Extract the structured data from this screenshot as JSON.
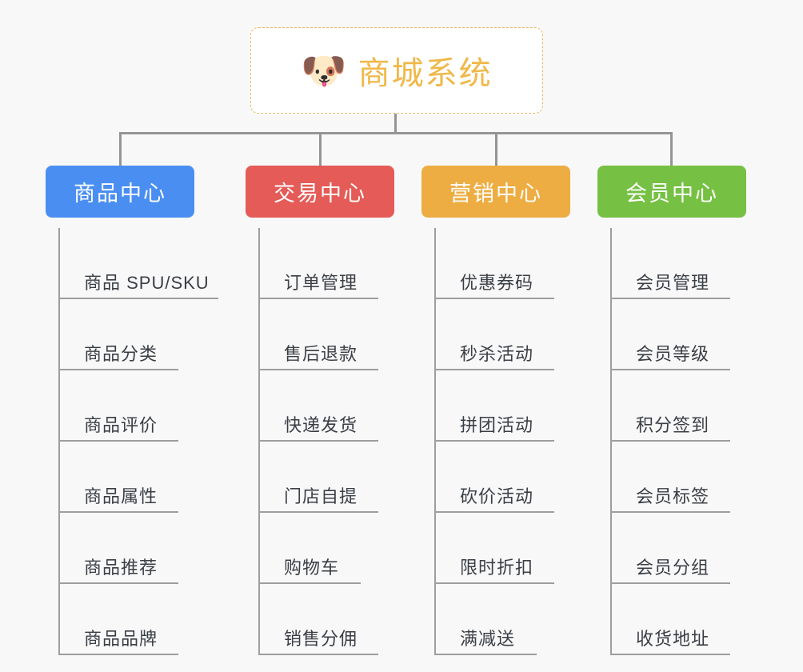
{
  "background_color": "#f8f8f8",
  "root": {
    "icon": "shiba-dog-emoji",
    "emoji": "🐶",
    "title": "商城系统",
    "text_color": "#f0b849",
    "border_color": "#e8b96a",
    "background": "#ffffff"
  },
  "connector_color": "#959595",
  "columns": [
    {
      "id": "product-center",
      "header": "商品中心",
      "color": "#4a8ef2",
      "items": [
        {
          "label": "商品 SPU/SKU",
          "rule_width": 200
        },
        {
          "label": "商品分类",
          "rule_width": 150
        },
        {
          "label": "商品评价",
          "rule_width": 150
        },
        {
          "label": "商品属性",
          "rule_width": 150
        },
        {
          "label": "商品推荐",
          "rule_width": 150
        },
        {
          "label": "商品品牌",
          "rule_width": 150
        }
      ]
    },
    {
      "id": "trade-center",
      "header": "交易中心",
      "color": "#e45b57",
      "items": [
        {
          "label": "订单管理",
          "rule_width": 150
        },
        {
          "label": "售后退款",
          "rule_width": 150
        },
        {
          "label": "快递发货",
          "rule_width": 150
        },
        {
          "label": "门店自提",
          "rule_width": 150
        },
        {
          "label": "购物车",
          "rule_width": 128
        },
        {
          "label": "销售分佣",
          "rule_width": 150
        }
      ]
    },
    {
      "id": "marketing-center",
      "header": "营销中心",
      "color": "#edad42",
      "items": [
        {
          "label": "优惠券码",
          "rule_width": 150
        },
        {
          "label": "秒杀活动",
          "rule_width": 150
        },
        {
          "label": "拼团活动",
          "rule_width": 150
        },
        {
          "label": "砍价活动",
          "rule_width": 150
        },
        {
          "label": "限时折扣",
          "rule_width": 150
        },
        {
          "label": "满减送",
          "rule_width": 128
        }
      ]
    },
    {
      "id": "member-center",
      "header": "会员中心",
      "color": "#76c043",
      "items": [
        {
          "label": "会员管理",
          "rule_width": 150
        },
        {
          "label": "会员等级",
          "rule_width": 150
        },
        {
          "label": "积分签到",
          "rule_width": 150
        },
        {
          "label": "会员标签",
          "rule_width": 150
        },
        {
          "label": "会员分组",
          "rule_width": 150
        },
        {
          "label": "收货地址",
          "rule_width": 150
        }
      ]
    }
  ]
}
